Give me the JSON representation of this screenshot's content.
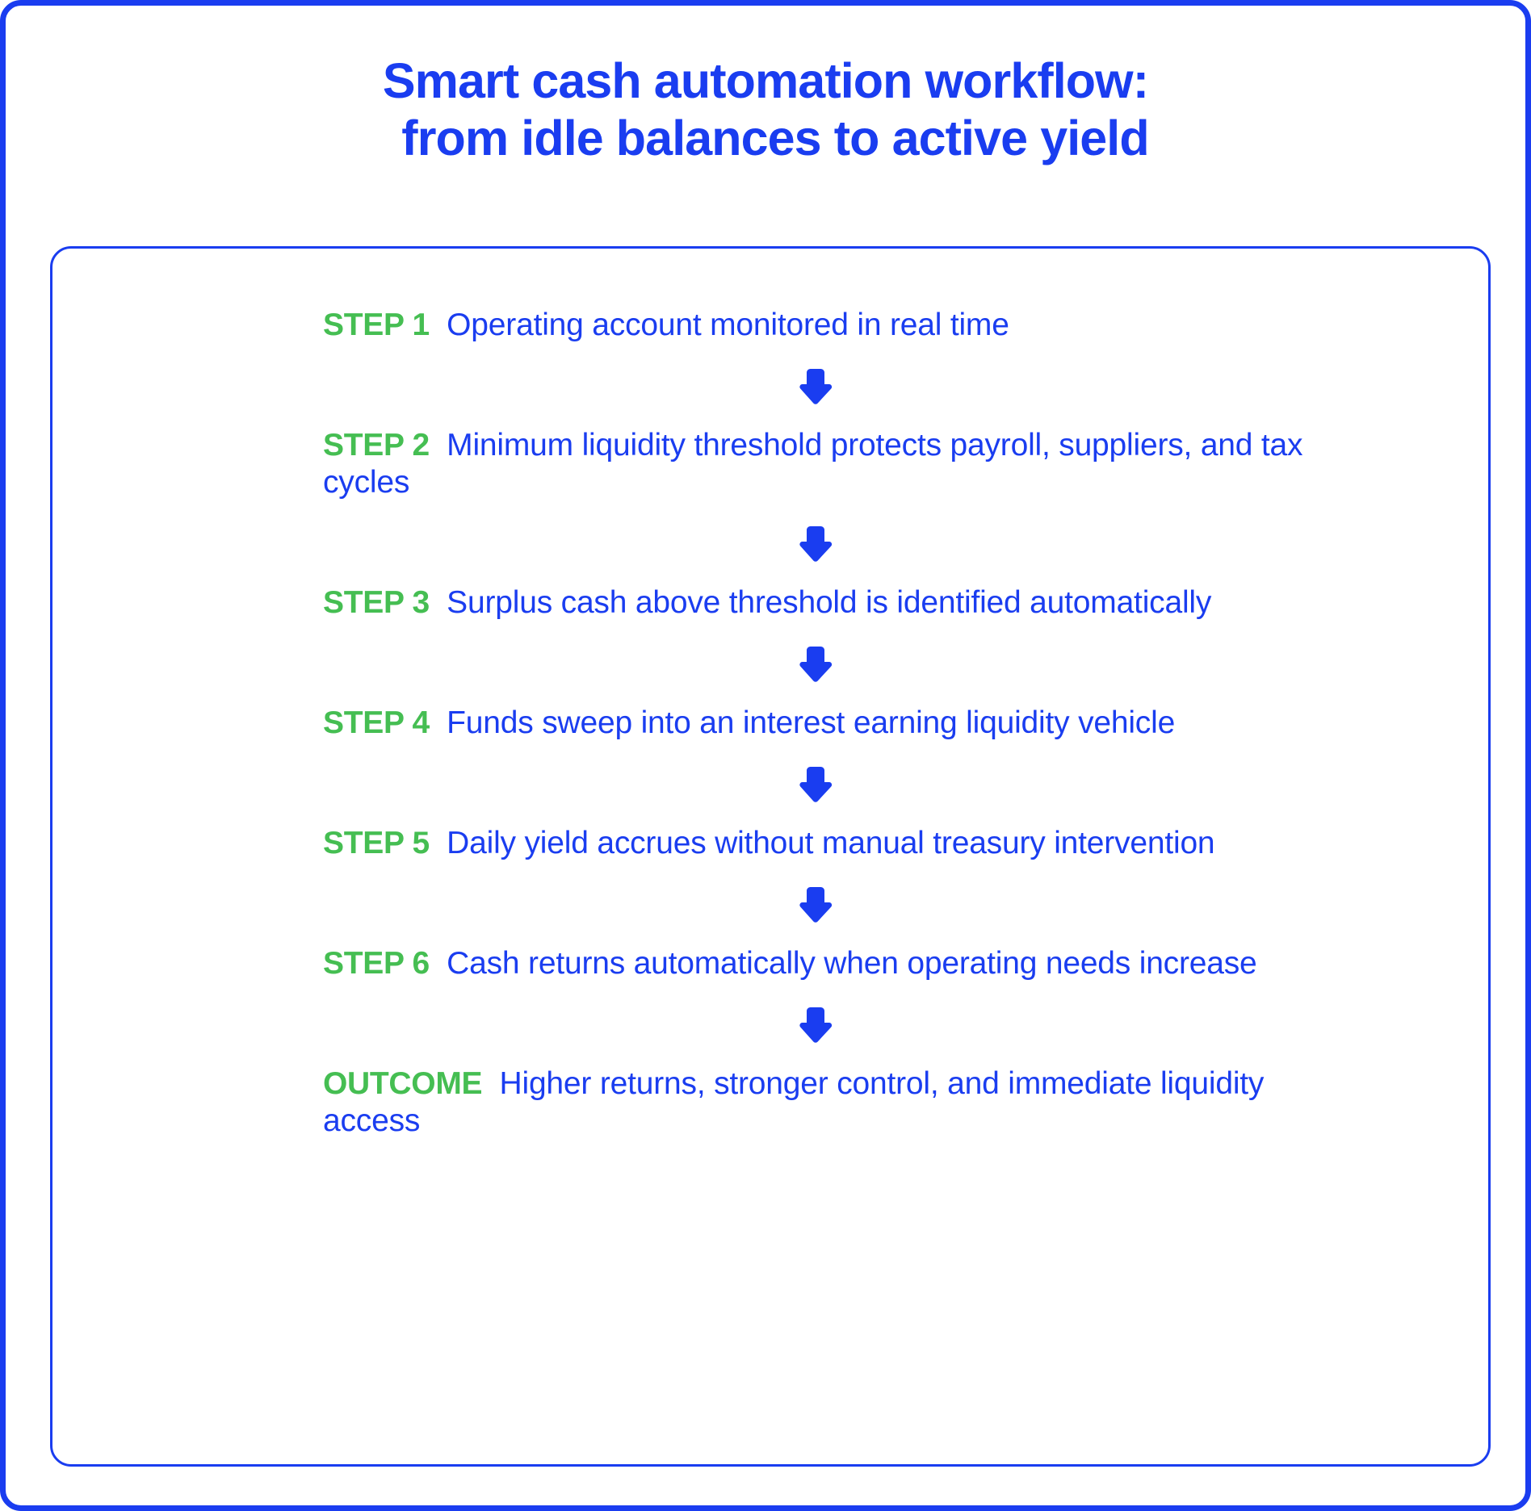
{
  "colors": {
    "brand_blue": "#1a3df0",
    "accent_green": "#45be52",
    "page_background": "#ffffff"
  },
  "title": {
    "line1": "Smart cash automation workflow:",
    "line2": "from idle balances to active yield"
  },
  "card": {
    "steps": [
      {
        "label": "STEP 1",
        "text": "Operating account monitored in real time"
      },
      {
        "label": "STEP 2",
        "text": "Minimum liquidity threshold protects payroll, suppliers, and tax cycles"
      },
      {
        "label": "STEP 3",
        "text": "Surplus cash above threshold is identified automatically"
      },
      {
        "label": "STEP 4",
        "text": "Funds sweep into an interest earning liquidity vehicle"
      },
      {
        "label": "STEP 5",
        "text": "Daily yield accrues without manual treasury intervention"
      },
      {
        "label": "STEP 6",
        "text": "Cash returns automatically when operating needs increase"
      },
      {
        "label": "OUTCOME",
        "text": "Higher returns, stronger control, and immediate liquidity access"
      }
    ],
    "connector_icon": "arrow-down-icon"
  }
}
